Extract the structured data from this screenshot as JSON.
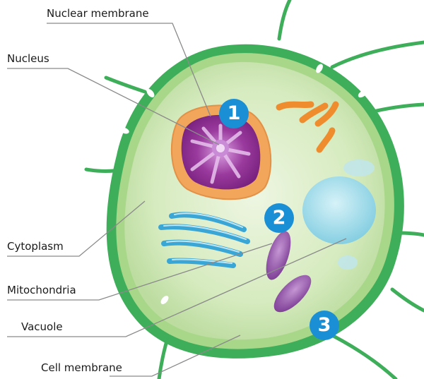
{
  "labels": {
    "nuclear_membrane": "Nuclear membrane",
    "nucleus": "Nucleus",
    "cytoplasm": "Cytoplasm",
    "mitochondria": "Mitochondria",
    "vacuole": "Vacuole",
    "cell_membrane": "Cell membrane"
  },
  "badges": {
    "one": "1",
    "two": "2",
    "three": "3"
  },
  "colors": {
    "badge": "#1a8fd6",
    "cell_wall": "#3fae5a",
    "cytoplasm": "#cfe6b4",
    "nucleus_outer": "#f1a65c",
    "nucleus_inner": "#8a2a8f",
    "vacuole": "#8fd3e6",
    "golgi": "#3aa6d6",
    "mitochondria": "#8c4aa2",
    "orange_organelles": "#ef8d2e",
    "leader_line": "#8a8a8a"
  }
}
